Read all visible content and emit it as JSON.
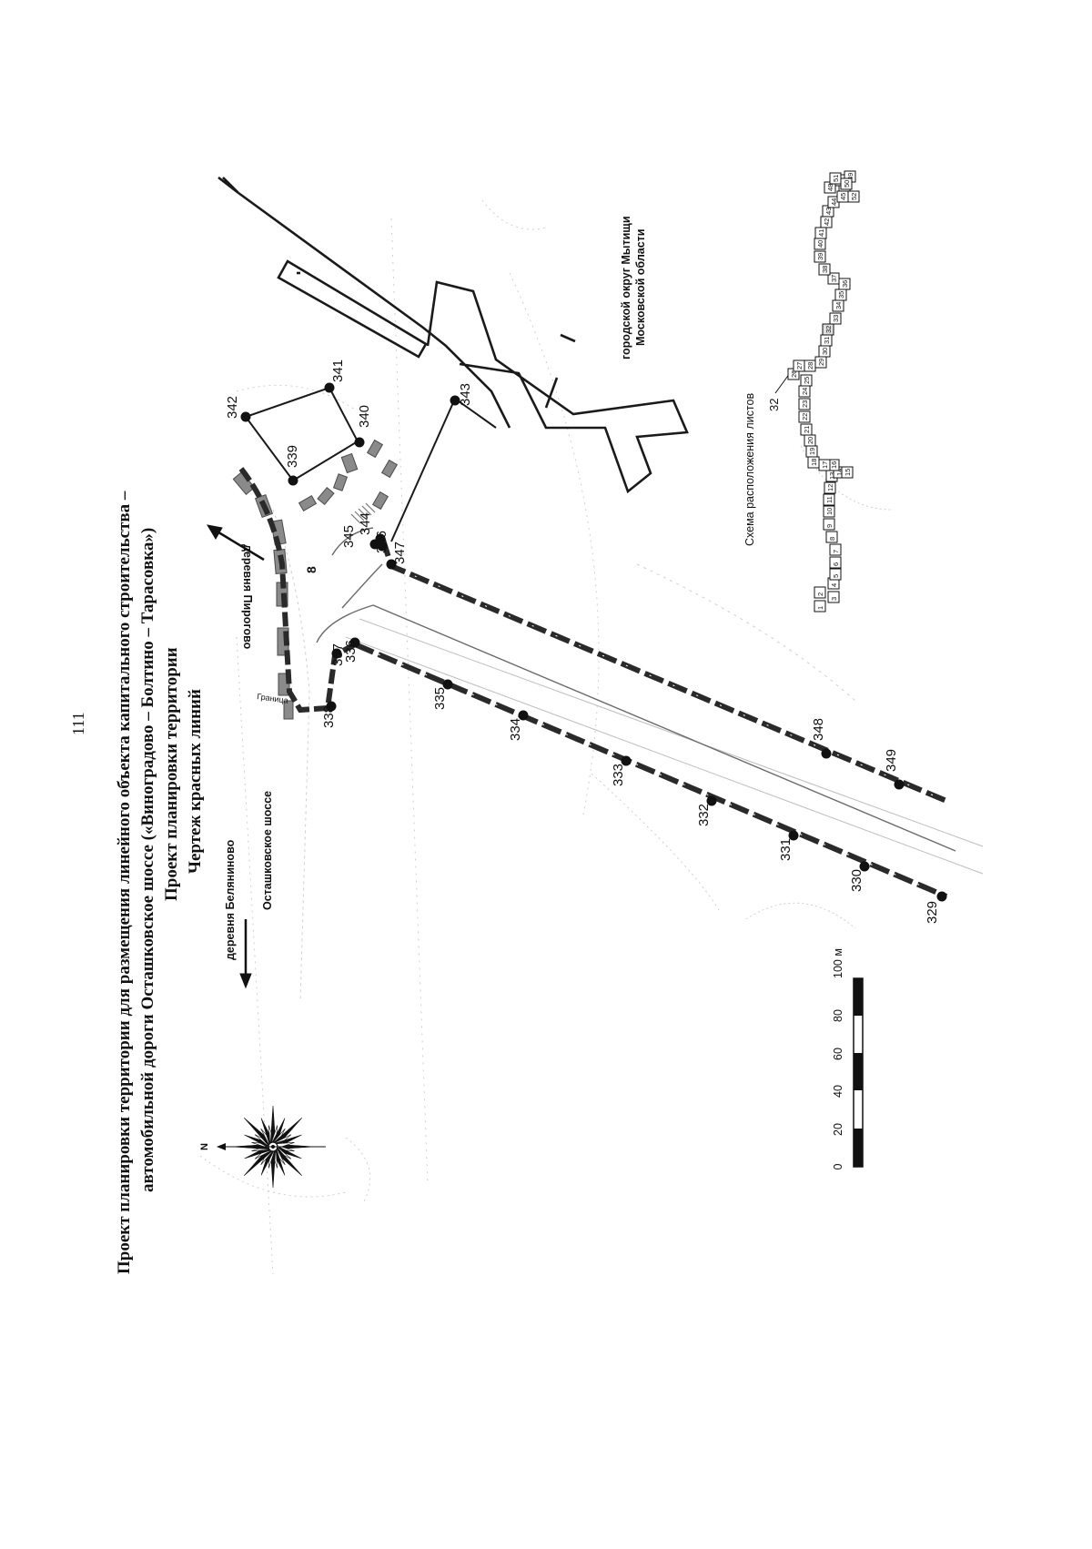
{
  "page_number": "111",
  "title": {
    "line1": "Проект планировки территории для размещения линейного объекта капитального строительства –",
    "line2": "автомобильной дороги Осташковское шоссе («Виноградово – Болтино – Тарасовка»)",
    "line3": "Проект планировки территории",
    "line4": "Чертеж красных линий"
  },
  "map_labels": {
    "village_pirogovo": "деревня Пирогово",
    "village_beliyaninovo": "деревня Беляниново",
    "road_ostashkovskoe": "Осташковское шоссе",
    "boundary": "Граница",
    "okrug": "городской округ Мытищи",
    "region": "Московской области"
  },
  "points": [
    {
      "id": "329",
      "label": "329"
    },
    {
      "id": "330",
      "label": "330"
    },
    {
      "id": "331",
      "label": "331"
    },
    {
      "id": "332",
      "label": "332"
    },
    {
      "id": "333",
      "label": "333"
    },
    {
      "id": "334",
      "label": "334"
    },
    {
      "id": "335",
      "label": "335"
    },
    {
      "id": "336",
      "label": "336"
    },
    {
      "id": "337",
      "label": "337"
    },
    {
      "id": "338",
      "label": "338"
    },
    {
      "id": "339",
      "label": "339"
    },
    {
      "id": "340",
      "label": "340"
    },
    {
      "id": "341",
      "label": "341"
    },
    {
      "id": "342",
      "label": "342"
    },
    {
      "id": "343",
      "label": "343"
    },
    {
      "id": "344",
      "label": "344"
    },
    {
      "id": "345",
      "label": "345"
    },
    {
      "id": "346",
      "label": "346"
    },
    {
      "id": "347",
      "label": "347"
    },
    {
      "id": "348",
      "label": "348"
    },
    {
      "id": "349",
      "label": "349"
    }
  ],
  "inset": {
    "title": "Схема расположения листов",
    "current_sheet": "32",
    "sheets": [
      "1",
      "2",
      "3",
      "4",
      "5",
      "6",
      "7",
      "8",
      "9",
      "10",
      "11",
      "12",
      "13",
      "14",
      "15",
      "16",
      "17",
      "18",
      "19",
      "20",
      "21",
      "22",
      "23",
      "24",
      "25",
      "26",
      "27",
      "28",
      "29",
      "30",
      "31",
      "32",
      "33",
      "34",
      "35",
      "36",
      "37",
      "38",
      "39",
      "40",
      "41",
      "42",
      "43",
      "44",
      "45",
      "46",
      "47",
      "48",
      "49",
      "50",
      "51",
      "52"
    ]
  },
  "scale_bar": {
    "ticks": [
      "0",
      "20",
      "40",
      "60",
      "80",
      "100 м"
    ]
  },
  "compass": {
    "north_label": "N"
  },
  "colors": {
    "ink": "#111111",
    "red_line": "#1a1a1a",
    "basemap": "#c9c9c9"
  }
}
